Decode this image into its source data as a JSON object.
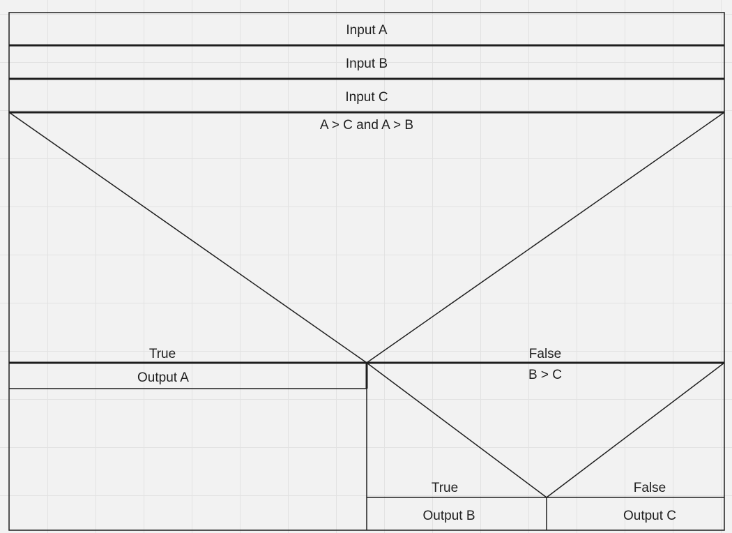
{
  "diagram": {
    "type": "nassi-shneiderman structogram",
    "inputs": [
      "Input A",
      "Input B",
      "Input C"
    ],
    "decision_1": {
      "condition": "A > C and A > B",
      "true_label": "True",
      "false_label": "False",
      "true_output": "Output A"
    },
    "decision_2": {
      "condition": "B > C",
      "true_label": "True",
      "false_label": "False",
      "true_output": "Output B",
      "false_output": "Output C"
    }
  },
  "colors": {
    "background": "#f2f2f2",
    "grid": "#e2e2e2",
    "line": "#1e1e1e"
  }
}
